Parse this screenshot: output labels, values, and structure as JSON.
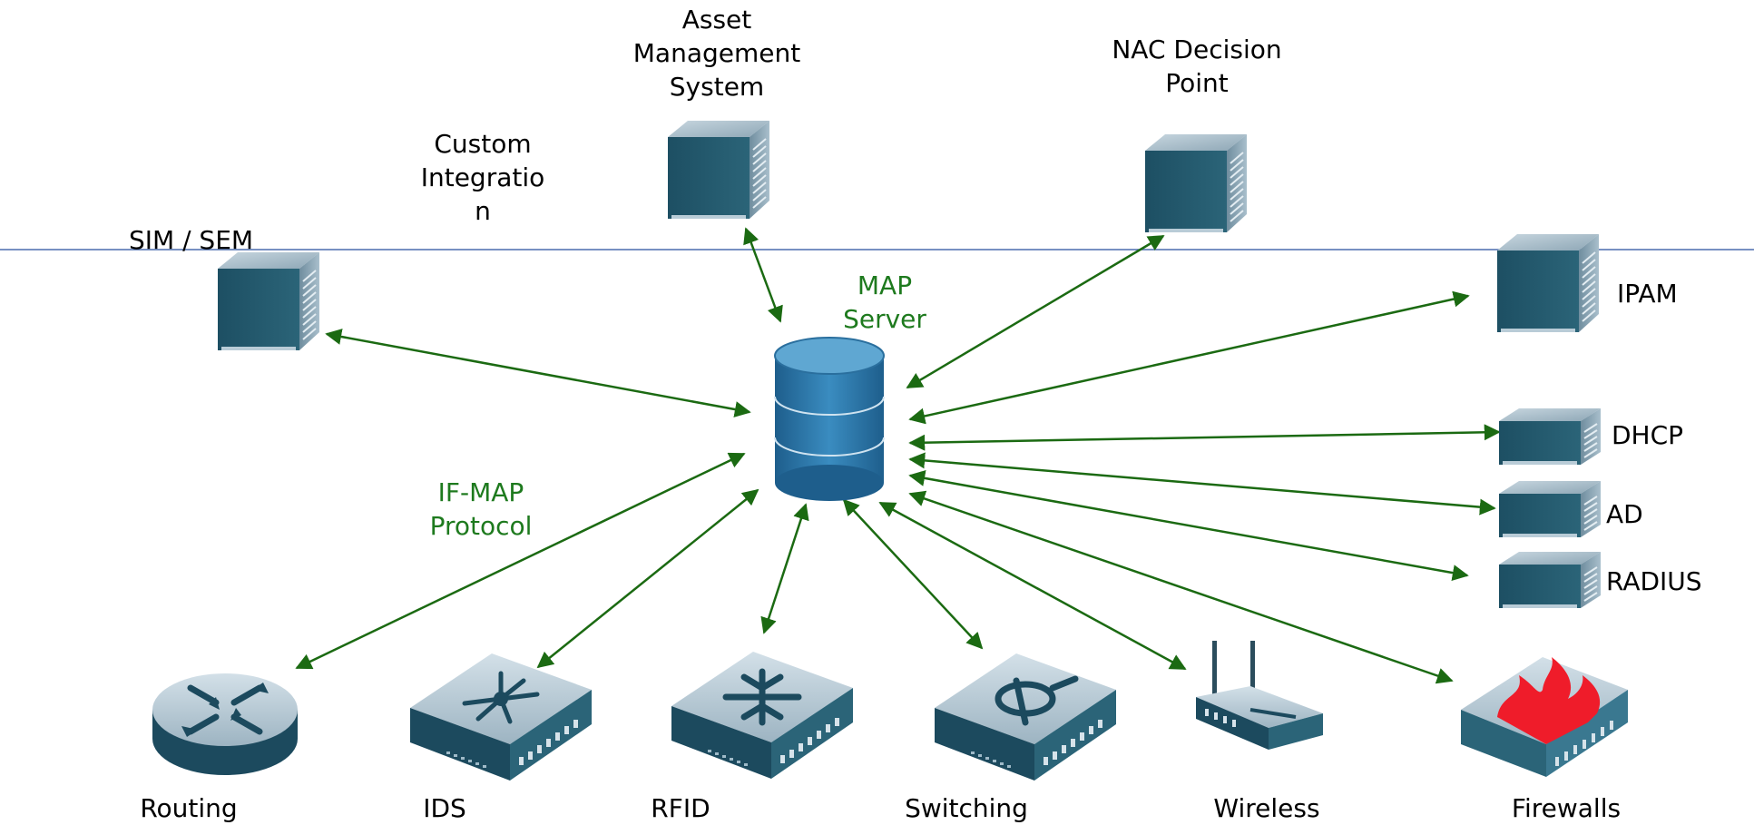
{
  "colors": {
    "connector": "#1b6a12",
    "divider": "#4a6cae",
    "label_green": "#1e7a1e",
    "device_dark": "#1a4a5e",
    "device_light": "#8fa9b8",
    "db_blue": "#2a76a8"
  },
  "center": {
    "icon": "database-icon",
    "label_line1": "MAP",
    "label_line2": "Server"
  },
  "protocol": {
    "label_line1": "IF-MAP",
    "label_line2": "Protocol"
  },
  "top_labels": {
    "asset_line1": "Asset",
    "asset_line2": "Management",
    "asset_line3": "System",
    "custom_line1": "Custom",
    "custom_line2": "Integratio",
    "custom_line3": "n",
    "nac_line1": "NAC Decision",
    "nac_line2": "Point",
    "sim": "SIM / SEM"
  },
  "right_labels": {
    "ipam": "IPAM",
    "dhcp": "DHCP",
    "ad": "AD",
    "radius": "RADIUS"
  },
  "bottom_labels": {
    "routing": "Routing",
    "ids": "IDS",
    "rfid": "RFID",
    "switching": "Switching",
    "wireless": "Wireless",
    "firewalls": "Firewalls"
  },
  "icons": {
    "sim_sem": "server-tower-icon",
    "asset": "server-tower-icon",
    "nac": "server-tower-icon",
    "ipam": "server-tower-icon",
    "dhcp": "rack-server-icon",
    "ad": "rack-server-icon",
    "radius": "rack-server-icon",
    "routing": "router-icon",
    "ids": "ids-appliance-icon",
    "rfid": "rfid-appliance-icon",
    "switching": "switch-icon",
    "wireless": "wireless-ap-icon",
    "firewalls": "firewall-icon"
  }
}
